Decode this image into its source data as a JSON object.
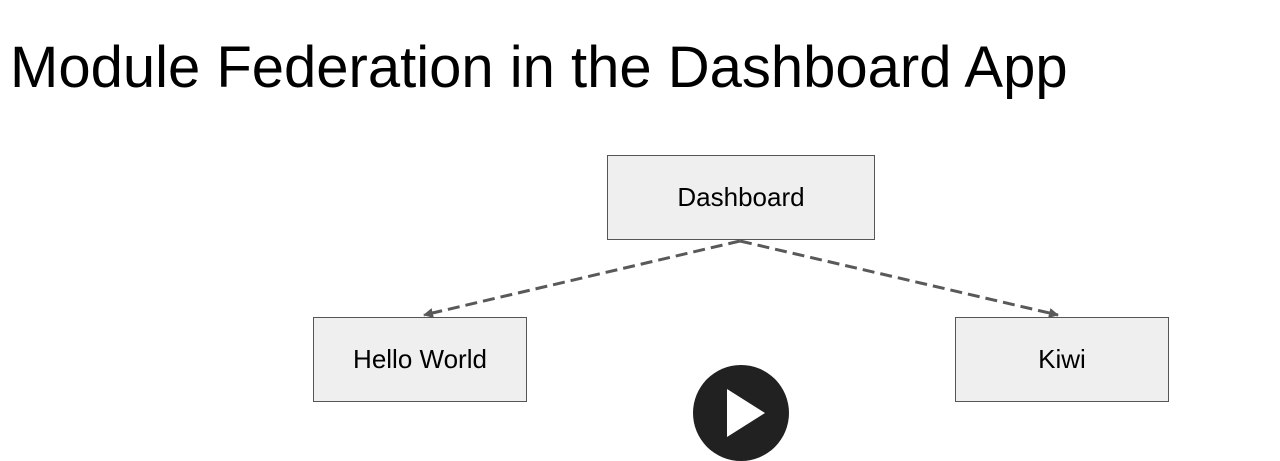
{
  "slide": {
    "title": "Module Federation in the Dashboard App"
  },
  "diagram": {
    "nodes": {
      "dashboard": "Dashboard",
      "hello_world": "Hello World",
      "kiwi": "Kiwi"
    },
    "edges": [
      {
        "from": "Dashboard",
        "to": "Hello World",
        "style": "dashed-arrow"
      },
      {
        "from": "Dashboard",
        "to": "Kiwi",
        "style": "dashed-arrow"
      }
    ]
  },
  "player": {
    "play_icon": "play-icon"
  },
  "colors": {
    "node_fill": "#efefef",
    "node_border": "#555555",
    "connector": "#595959",
    "play_button": "#212121"
  }
}
